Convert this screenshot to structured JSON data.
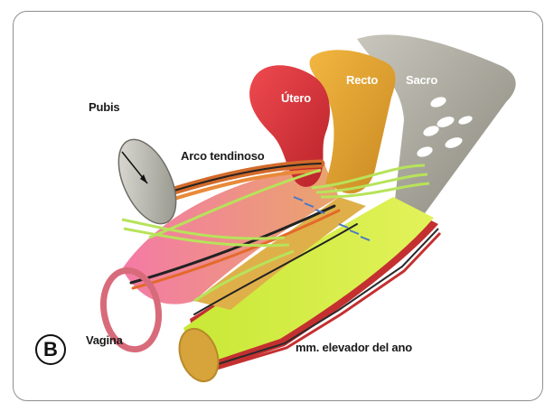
{
  "labels": {
    "pubis": "Pubis",
    "arco": "Arco tendinoso",
    "utero": "Útero",
    "recto": "Recto",
    "sacro": "Sacro",
    "vagina": "Vagina",
    "elevador": "mm. elevador del ano"
  },
  "panel_letter": "B",
  "colors": {
    "uterus": "#d9333c",
    "rectum": "#d9a233",
    "sacrum": "#a7a59a",
    "vagina_pink": "#f06fa0",
    "levator": "#d8ef3b",
    "fascia_green": "#b7e35a",
    "ring": "#d86b7a"
  }
}
